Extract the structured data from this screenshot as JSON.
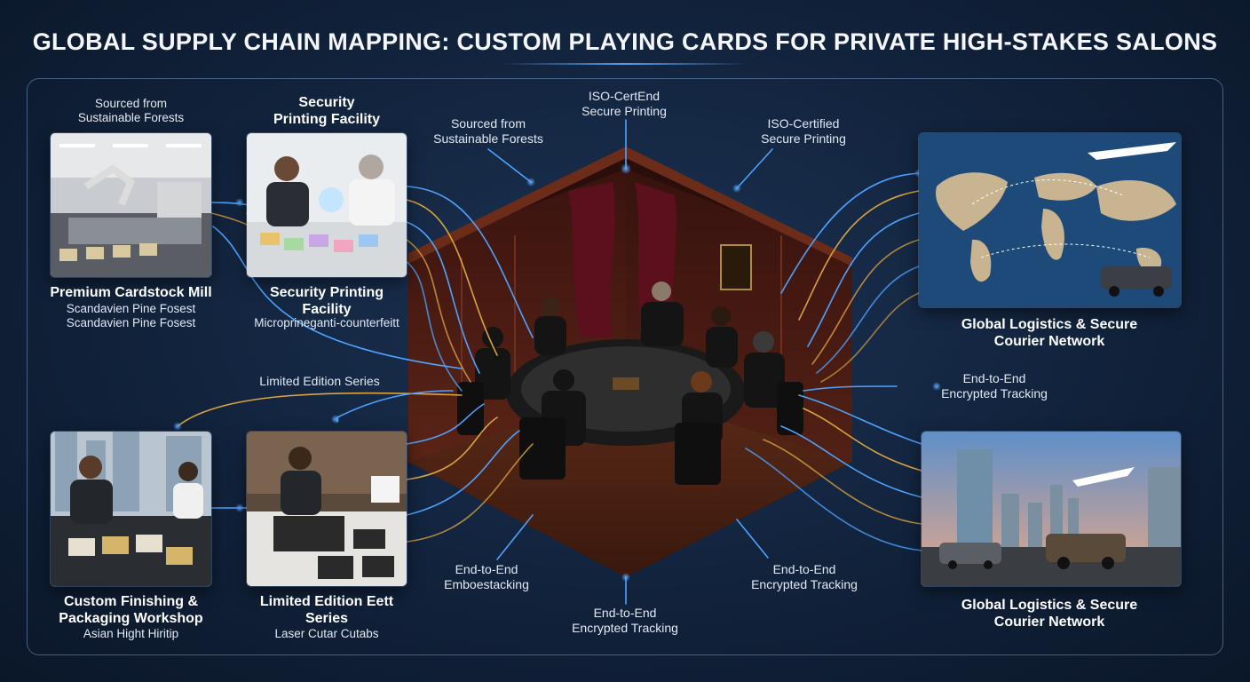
{
  "title": "GLOBAL SUPPLY CHAIN MAPPING: CUSTOM PLAYING CARDS FOR PRIVATE HIGH-STAKES SALONS",
  "colors": {
    "accent": "#3f8fe0",
    "flow_gold": "#d9a441",
    "flow_blue": "#4ea3ff",
    "background": "#11223b"
  },
  "nodes": {
    "mill": {
      "caption_top": "Sourced from\nSustainable Forests",
      "title": "Premium Cardstock Mill",
      "sub1": "Scandavien Pine Fosest",
      "sub2": "Scandavien Pine Fosest"
    },
    "security": {
      "caption_top": "Security\nPrinting Facility",
      "title": "Security Printing\nFacility",
      "sub": "Microprineganti-counterfeitt"
    },
    "finishing": {
      "title": "Custom Finishing &\nPackaging Workshop",
      "sub": "Asian Hight Hiritip"
    },
    "limited": {
      "title": "Limited Edition Eett\nSeries",
      "sub": "Laser Cutar Cutabs"
    },
    "logistics_top": {
      "title": "Global Logistics & Secure\nCourier Network"
    },
    "logistics_bottom": {
      "title": "Global Logistics & Secure\nCourier Network"
    }
  },
  "callouts": {
    "sourced": "Sourced from\nSustainable Forests",
    "iso_top": "ISO-CertEnd\nSecure Printing",
    "iso_right": "ISO-Certified\nSecure Printing",
    "limited_series": "Limited Edition Series",
    "e2e_right": "End-to-End\nEncrypted Tracking",
    "e2e_left_bottom": "End-to-End\nEmboestacking",
    "e2e_center_bottom": "End-to-End\nEncrypted Tracking",
    "e2e_right_bottom": "End-to-End\nEncrypted Tracking"
  }
}
